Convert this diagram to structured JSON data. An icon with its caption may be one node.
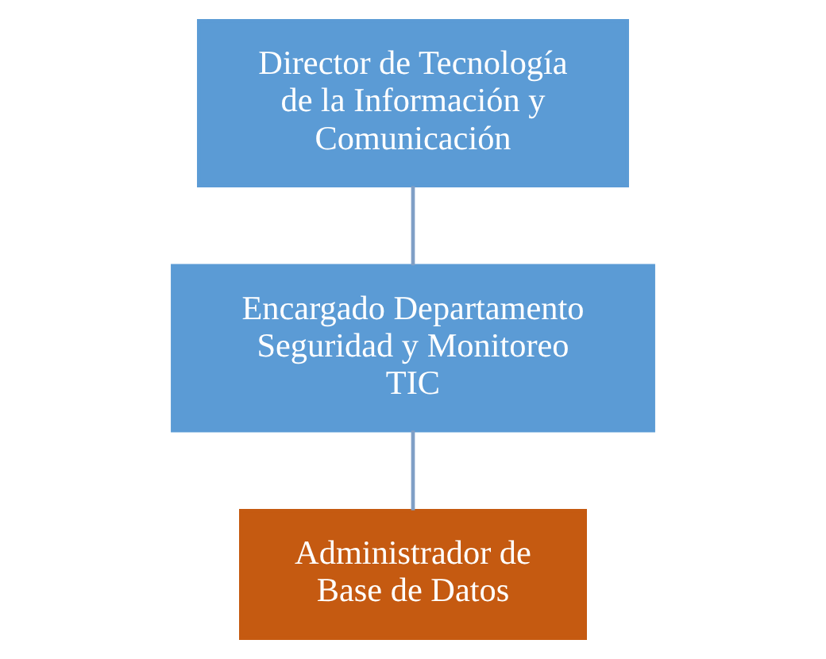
{
  "diagram": {
    "nodes": [
      {
        "text": [
          "Director de Tecnología de la Información y Comunicación"
        ]
      },
      {
        "text": [
          "Encargado Departamento Seguridad y Monitoreo TIC"
        ]
      },
      {
        "text": [
          "Administrador de Base de Datos"
        ]
      }
    ],
    "edges": [
      {
        "from": 0,
        "to": 1,
        "arrow": "none"
      },
      {
        "from": 1,
        "to": 2,
        "arrow": "none"
      }
    ]
  }
}
